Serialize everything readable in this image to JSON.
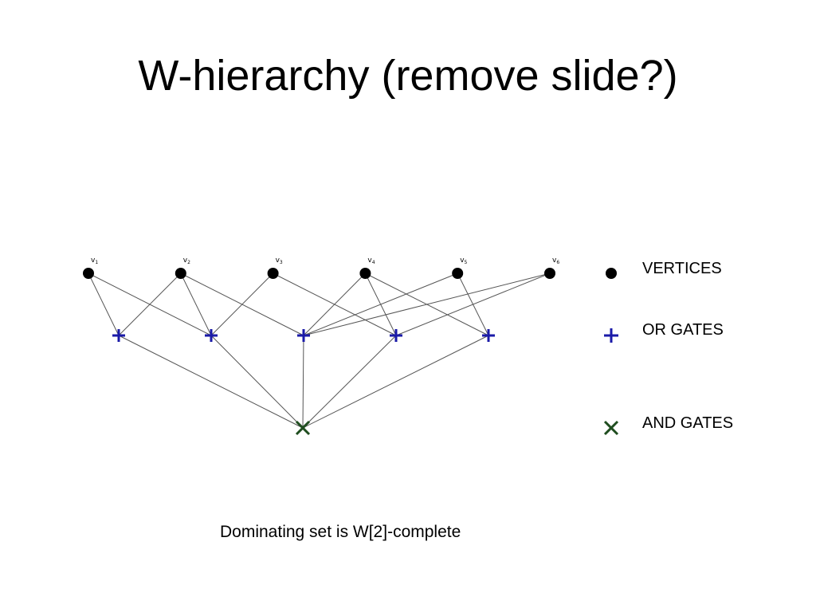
{
  "slide": {
    "title": "W-hierarchy (remove slide?)",
    "caption": "Dominating set is W[2]-complete"
  },
  "diagram": {
    "vertices": [
      {
        "id": "v1",
        "base": "v",
        "sub": "1"
      },
      {
        "id": "v2",
        "base": "v",
        "sub": "2"
      },
      {
        "id": "v3",
        "base": "v",
        "sub": "3"
      },
      {
        "id": "v4",
        "base": "v",
        "sub": "4"
      },
      {
        "id": "v5",
        "base": "v",
        "sub": "5"
      },
      {
        "id": "v6",
        "base": "v",
        "sub": "6"
      }
    ],
    "or_gates": [
      "o1",
      "o2",
      "o3",
      "o4",
      "o5"
    ],
    "and_gates": [
      "a1"
    ],
    "edges": [
      [
        "v1",
        "o1"
      ],
      [
        "v1",
        "o2"
      ],
      [
        "v2",
        "o1"
      ],
      [
        "v2",
        "o2"
      ],
      [
        "v2",
        "o3"
      ],
      [
        "v3",
        "o2"
      ],
      [
        "v3",
        "o4"
      ],
      [
        "v4",
        "o3"
      ],
      [
        "v4",
        "o4"
      ],
      [
        "v4",
        "o5"
      ],
      [
        "v5",
        "o3"
      ],
      [
        "v5",
        "o5"
      ],
      [
        "v6",
        "o3"
      ],
      [
        "v6",
        "o4"
      ],
      [
        "o1",
        "a1"
      ],
      [
        "o2",
        "a1"
      ],
      [
        "o3",
        "a1"
      ],
      [
        "o4",
        "a1"
      ],
      [
        "o5",
        "a1"
      ]
    ],
    "legend": {
      "vertices": "VERTICES",
      "or_gates": "OR GATES",
      "and_gates": "AND GATES"
    },
    "colors": {
      "vertex": "#000000",
      "or_gate": "#1a1aa8",
      "and_gate": "#1f4d1f",
      "edge": "#555555"
    }
  }
}
